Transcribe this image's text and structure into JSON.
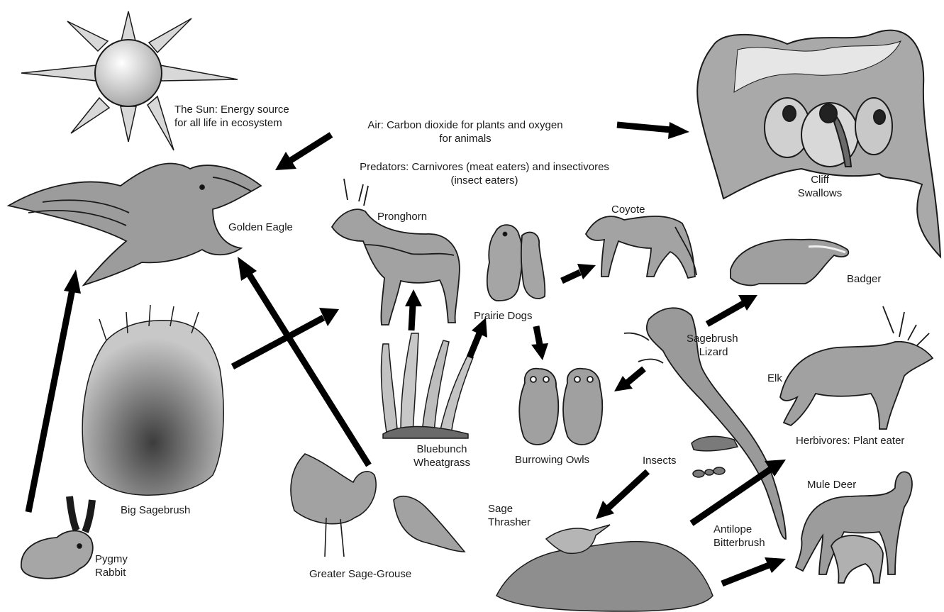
{
  "labels": {
    "sun": [
      "The Sun: Energy source",
      "for all life in ecosystem"
    ],
    "air": [
      "Air: Carbon dioxide for plants and oxygen",
      "for animals"
    ],
    "predators": [
      "Predators: Carnivores (meat eaters) and insectivores",
      "(insect eaters)"
    ],
    "golden_eagle": "Golden Eagle",
    "pronghorn": "Pronghorn",
    "coyote": "Coyote",
    "cliff_swallows": [
      "Cliff",
      "Swallows"
    ],
    "badger": "Badger",
    "prairie_dogs": "Prairie Dogs",
    "sagebrush_lizard": [
      "Sagebrush",
      "Lizard"
    ],
    "elk": "Elk",
    "herbivores": "Herbivores: Plant eater",
    "big_sagebrush": "Big Sagebrush",
    "bluebunch_wheatgrass": [
      "Bluebunch",
      "Wheatgrass"
    ],
    "burrowing_owls": "Burrowing Owls",
    "insects": "Insects",
    "mule_deer": "Mule Deer",
    "sage_thrasher": [
      "Sage",
      "Thrasher"
    ],
    "antelope_bitterbrush": [
      "Antilope",
      "Bitterbrush"
    ],
    "pygmy_rabbit": [
      "Pygmy",
      "Rabbit"
    ],
    "greater_sage_grouse": "Greater Sage-Grouse"
  },
  "colors": {
    "ink": "#1a1a1a",
    "fill": "#9a9a9a",
    "light_fill": "#cfcfcf",
    "dark_fill": "#5e5e5e"
  }
}
